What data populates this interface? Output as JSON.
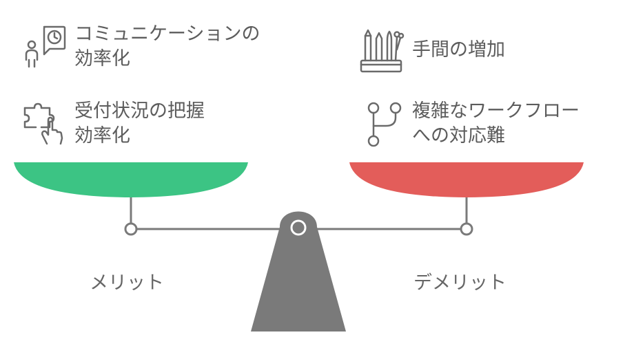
{
  "merits": {
    "title": "メリット",
    "color": "#3cc484",
    "items": [
      {
        "icon": "person-clock-speech-icon",
        "text": "コミュニケーションの\n効率化"
      },
      {
        "icon": "puzzle-hand-icon",
        "text": "受付状況の把握\n効率化"
      }
    ]
  },
  "demerits": {
    "title": "デメリット",
    "color": "#e35d5a",
    "items": [
      {
        "icon": "pencil-holder-icon",
        "text": "手間の増加"
      },
      {
        "icon": "git-branch-icon",
        "text": "複雑なワークフロー\nへの対応難"
      }
    ]
  },
  "scale_color": "#7a7a7a",
  "text_color": "#5c5c5c"
}
